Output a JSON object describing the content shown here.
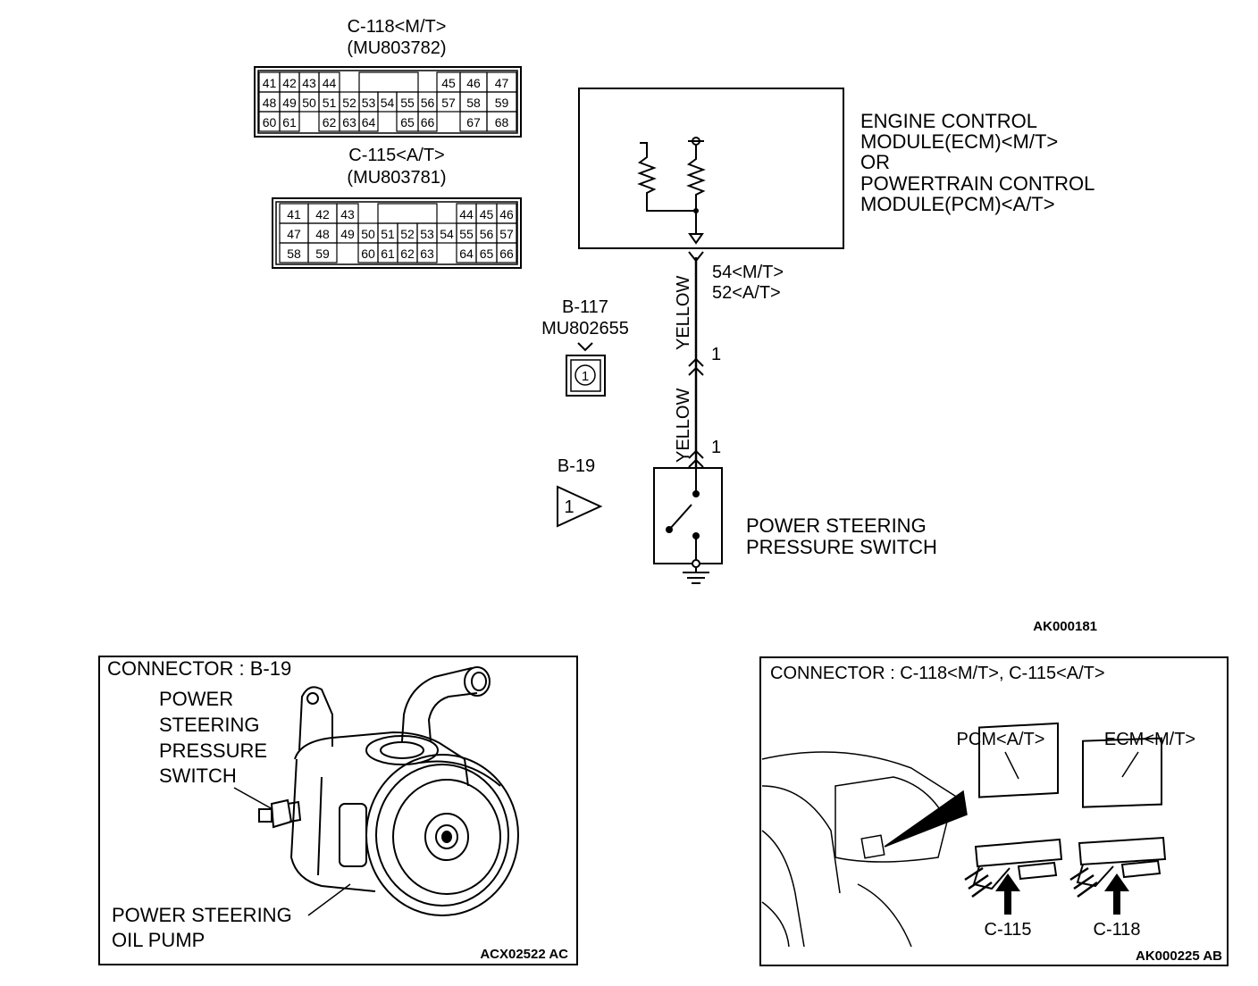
{
  "connector_c118": {
    "title": "C-118<M/T>",
    "part_no": "(MU803782)",
    "rows": [
      [
        "41",
        "42",
        "43",
        "44",
        "",
        "45",
        "46",
        "47"
      ],
      [
        "48",
        "49",
        "50",
        "51",
        "52",
        "53",
        "54",
        "55",
        "56",
        "57",
        "58",
        "59"
      ],
      [
        "60",
        "61",
        "",
        "62",
        "63",
        "64",
        "",
        "65",
        "66",
        "",
        "67",
        "68"
      ]
    ]
  },
  "connector_c115": {
    "title": "C-115<A/T>",
    "part_no": "(MU803781)",
    "rows": [
      [
        "41",
        "42",
        "43",
        "",
        "",
        "44",
        "45",
        "46"
      ],
      [
        "47",
        "48",
        "49",
        "50",
        "51",
        "52",
        "53",
        "54",
        "55",
        "56",
        "57"
      ],
      [
        "58",
        "59",
        "",
        "60",
        "61",
        "62",
        "63",
        "",
        "64",
        "65",
        "66"
      ]
    ]
  },
  "ecm": {
    "line1": "ENGINE CONTROL",
    "line2": "MODULE(ECM)<M/T>",
    "line3": "OR",
    "line4": "POWERTRAIN CONTROL",
    "line5": "MODULE(PCM)<A/T>"
  },
  "terminal": {
    "mt": "54<M/T>",
    "at": "52<A/T>"
  },
  "wire_color_upper": "YELLOW",
  "wire_color_lower": "YELLOW",
  "pin_upper": "1",
  "pin_lower": "1",
  "b117": {
    "id": "B-117",
    "part_no": "MU802655",
    "pin": "1"
  },
  "b19": {
    "id": "B-19",
    "pin": "1"
  },
  "switch": {
    "line1": "POWER STEERING",
    "line2": "PRESSURE SWITCH"
  },
  "figure_code_top": "AK000181",
  "panel_left": {
    "title": "CONNECTOR : B-19",
    "switch_label": [
      "POWER",
      "STEERING",
      "PRESSURE",
      "SWITCH"
    ],
    "pump_label": [
      "POWER STEERING",
      "OIL PUMP"
    ],
    "code": "ACX02522 AC"
  },
  "panel_right": {
    "title": "CONNECTOR : C-118<M/T>, C-115<A/T>",
    "pcm_label": "PCM<A/T>",
    "ecm_label": "ECM<M/T>",
    "c115_label": "C-115",
    "c118_label": "C-118",
    "code": "AK000225 AB"
  }
}
